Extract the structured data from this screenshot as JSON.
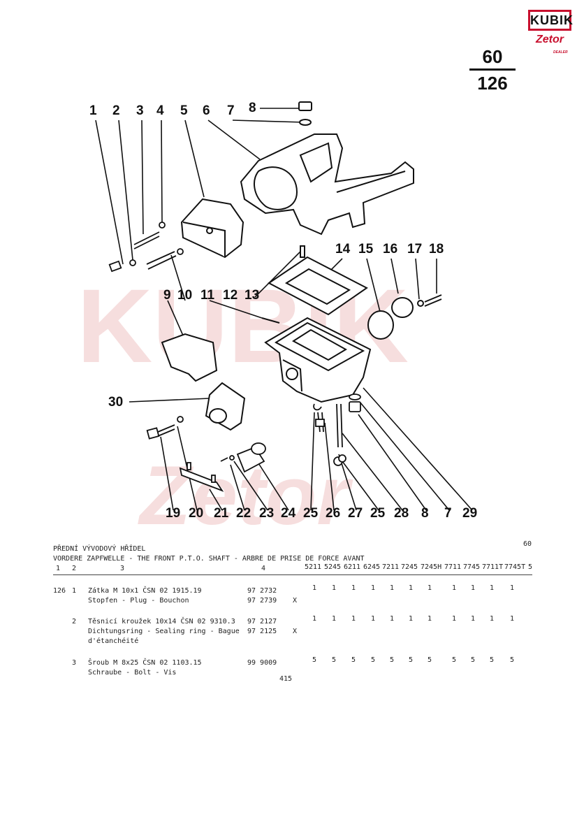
{
  "brand": {
    "logo_top": "KUBIK",
    "logo_bottom": "Zetor",
    "logo_small": "DEALER"
  },
  "page_number_top": "60",
  "page_number_bottom": "126",
  "callouts": {
    "top_row": [
      "1",
      "2",
      "3",
      "4",
      "5",
      "6",
      "7",
      "8"
    ],
    "mid_row": [
      "14",
      "15",
      "16",
      "17",
      "18"
    ],
    "row_9_13": [
      "9",
      "10",
      "11",
      "12",
      "13"
    ],
    "left_30": "30",
    "bottom_row": [
      "19",
      "20",
      "21",
      "22",
      "23",
      "24",
      "25",
      "26",
      "27",
      "25",
      "28",
      "8",
      "7",
      "29"
    ]
  },
  "section": {
    "title_cz": "PŘEDNÍ VÝVODOVÝ HŘÍDEL",
    "title_multi": "VORDERE ZAPFWELLE - THE FRONT P.T.O. SHAFT - ARBRE DE PRISE DE FORCE AVANT",
    "page_ref": "60",
    "col_headers": [
      "1",
      "2",
      "3",
      "4"
    ],
    "models": [
      "5211",
      "5245",
      "6211",
      "6245",
      "7211",
      "7245",
      "7245H",
      "7711",
      "7745",
      "7711T",
      "7745T"
    ],
    "last_col": "5"
  },
  "rows": [
    {
      "group": "126",
      "pos": "1",
      "desc1": "Zátka M 10x1 ČSN 02 1915.19",
      "desc2": "Stopfen - Plug - Bouchon",
      "desc3": "",
      "part1": "97 2732",
      "part2": "97 2739",
      "mark": "X",
      "qty": [
        "1",
        "1",
        "1",
        "1",
        "1",
        "1",
        "1",
        "1",
        "1",
        "1",
        "1"
      ]
    },
    {
      "group": "",
      "pos": "2",
      "desc1": "Těsnicí kroužek 10x14 ČSN 02 9310.3",
      "desc2": "Dichtungsring - Sealing ring - Bague",
      "desc3": "d'étanchéité",
      "part1": "97 2127",
      "part2": "97 2125",
      "mark": "X",
      "qty": [
        "1",
        "1",
        "1",
        "1",
        "1",
        "1",
        "1",
        "1",
        "1",
        "1",
        "1"
      ]
    },
    {
      "group": "",
      "pos": "3",
      "desc1": "Šroub M 8x25 ČSN 02 1103.15",
      "desc2": "Schraube - Bolt - Vis",
      "desc3": "",
      "part1": "99 9009",
      "part2": "",
      "mark": "",
      "qty": [
        "5",
        "5",
        "5",
        "5",
        "5",
        "5",
        "5",
        "5",
        "5",
        "5",
        "5"
      ]
    }
  ],
  "footer_page": "415"
}
